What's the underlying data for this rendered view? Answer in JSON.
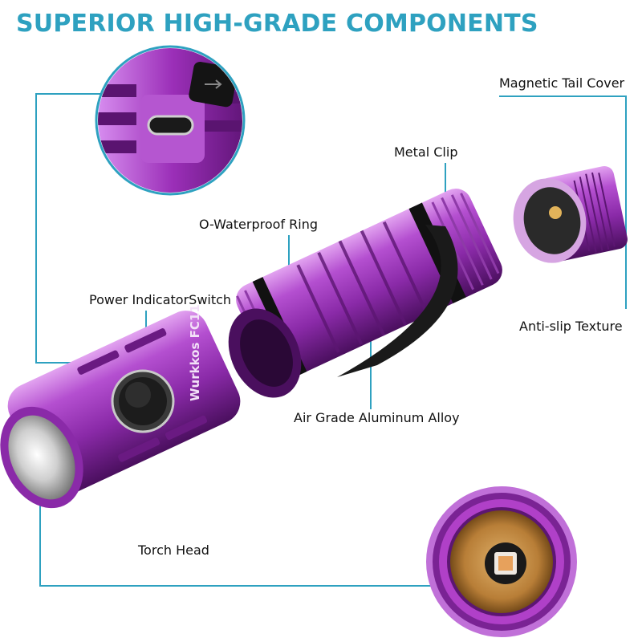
{
  "title": "SUPERIOR HIGH-GRADE COMPONENTS",
  "brand_mark": "Wurkkos FC11",
  "labels": {
    "magnetic_tail_cover": "Magnetic Tail Cover",
    "metal_clip": "Metal Clip",
    "o_ring": "O-Waterproof Ring",
    "power_switch": "Power IndicatorSwitch",
    "anti_slip": "Anti-slip Texture",
    "alloy": "Air Grade Aluminum Alloy",
    "torch_head": "Torch Head"
  },
  "colors": {
    "title": "#2ea1c0",
    "leader_line": "#2ea1c0",
    "body_purple": "#9b2fb8"
  }
}
